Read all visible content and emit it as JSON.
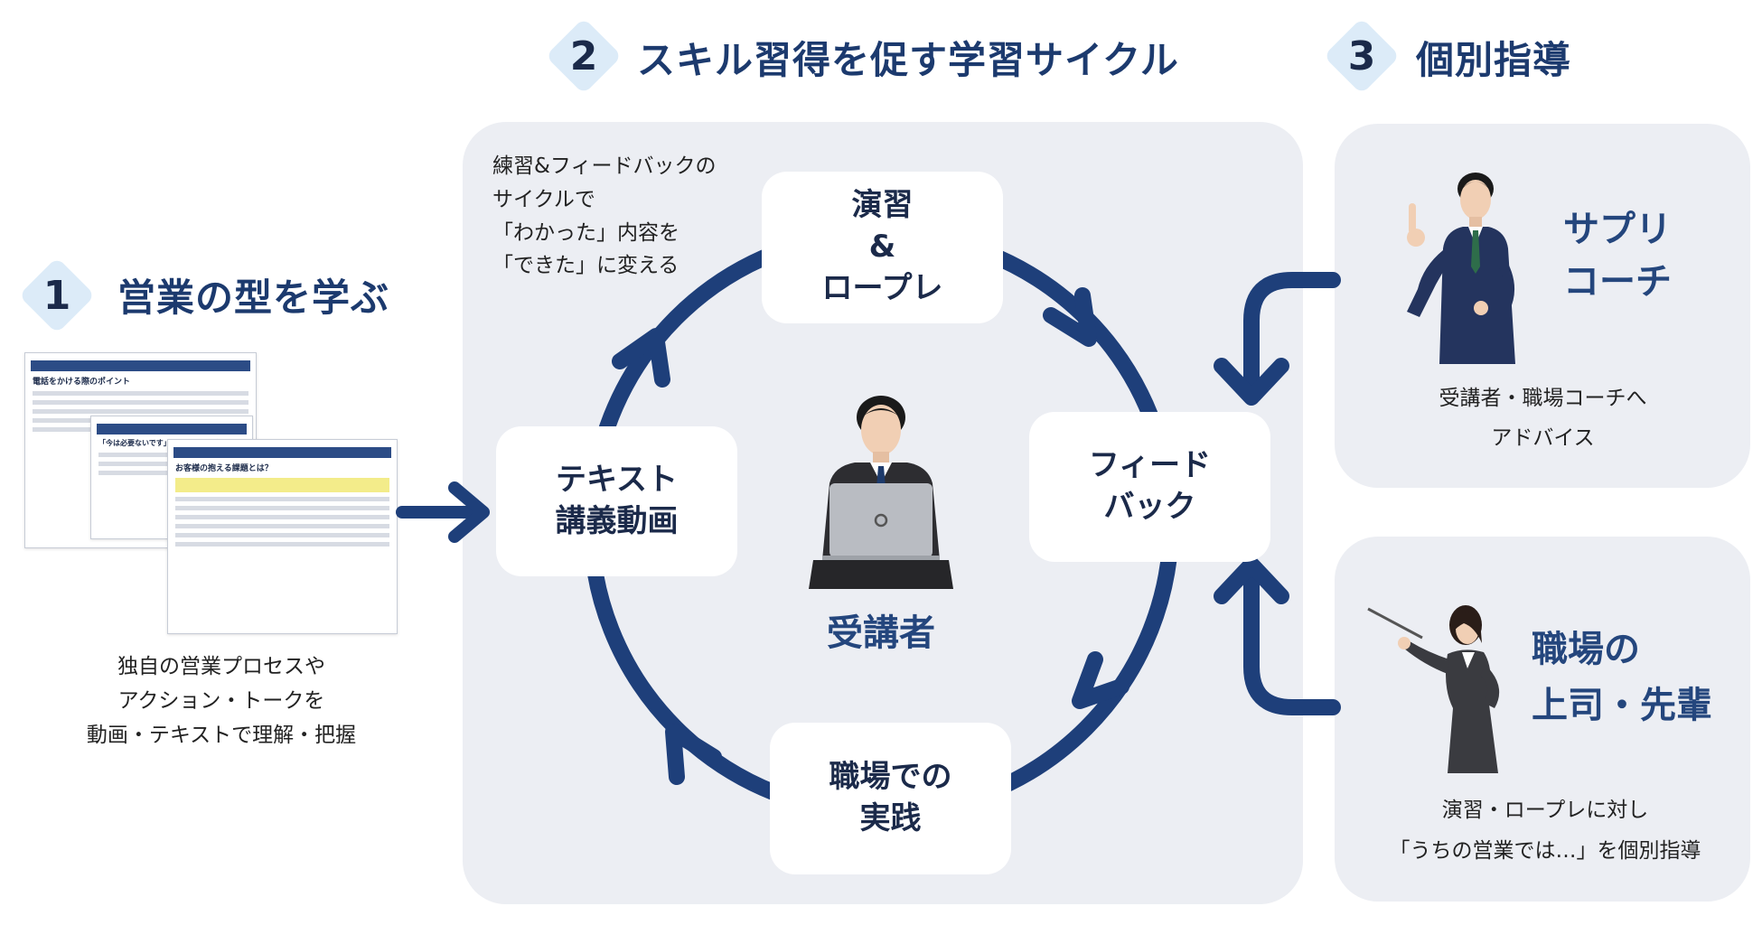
{
  "steps": [
    {
      "number": "1",
      "title": "営業の型を学ぶ"
    },
    {
      "number": "2",
      "title": "スキル習得を促す学習サイクル"
    },
    {
      "number": "3",
      "title": "個別指導"
    }
  ],
  "section1": {
    "description": [
      "独自の営業プロセスや",
      "アクション・トークを",
      "動画・テキストで理解・把握"
    ],
    "document_titles": [
      "電話をかける際のポイント",
      "お客様の抱える課題とは？",
      "「今は必要ないです」といわれた場合"
    ]
  },
  "cycle": {
    "note": [
      "練習&フィードバックの",
      "サイクルで",
      "「わかった」内容を",
      "「できた」に変える"
    ],
    "nodes": {
      "practice": [
        "演習",
        "&",
        "ロープレ"
      ],
      "feedback": [
        "フィード",
        "バック"
      ],
      "practice_at_work": [
        "職場での",
        "実践"
      ],
      "text_video": [
        "テキスト",
        "講義動画"
      ]
    },
    "center_label": "受講者"
  },
  "section3": {
    "coach": {
      "name": [
        "サプリ",
        "コーチ"
      ],
      "description": [
        "受講者・職場コーチへ",
        "アドバイス"
      ]
    },
    "boss": {
      "name": [
        "職場の",
        "上司・先輩"
      ],
      "description": [
        "演習・ロープレに対し",
        "「うちの営業では…」を個別指導"
      ]
    }
  },
  "icons": [
    "learner-laptop-icon",
    "coach-man-pointing-icon",
    "boss-woman-pointer-icon",
    "cycle-arrow-icon",
    "document-stack-icon"
  ],
  "colors": {
    "navy": "#1e3f7a",
    "panel": "#eceef3",
    "badge": "#dcebf8",
    "title": "#1c3a6e"
  }
}
